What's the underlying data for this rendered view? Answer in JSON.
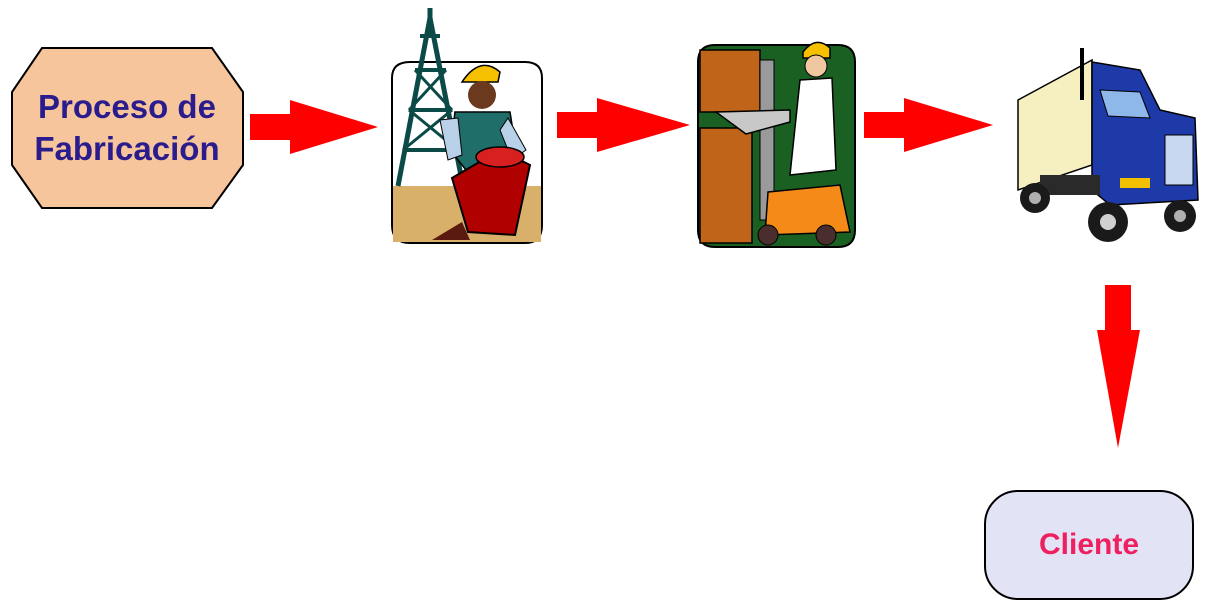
{
  "nodes": {
    "start": {
      "line1": "Proceso de",
      "line2": "Fabricación"
    },
    "end": {
      "label": "Cliente"
    }
  },
  "icons": {
    "step1": "oil-rig-worker-icon",
    "step2": "forklift-warehouse-icon",
    "step3": "delivery-truck-icon"
  },
  "colors": {
    "arrow": "#ff0000",
    "start_fill": "#f7c59b",
    "start_text": "#2a1c8c",
    "end_fill": "#e3e3f6",
    "end_text": "#ee2060"
  }
}
